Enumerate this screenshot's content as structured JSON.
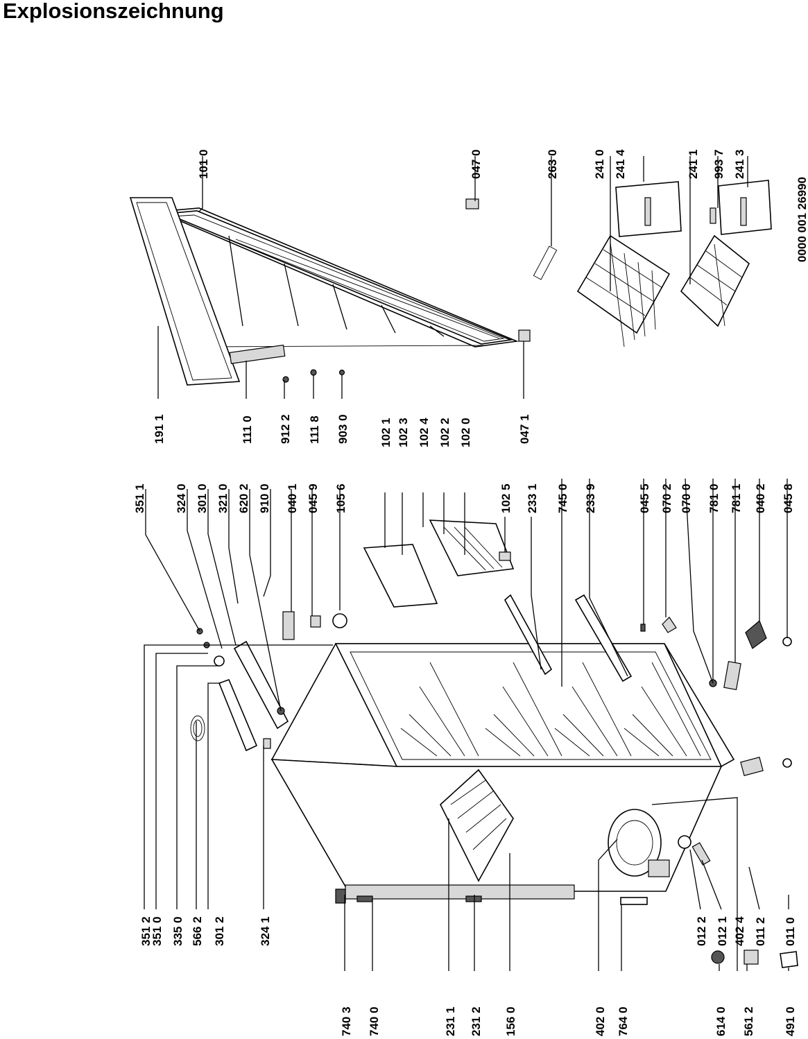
{
  "header": {
    "title": "Explosionszeichnung"
  },
  "document_number": "0000 001 26990",
  "part_labels": [
    "351 2",
    "351 0",
    "335 0",
    "566 2",
    "301 2",
    "324 1",
    "351 1",
    "324 0",
    "301 0",
    "321 0",
    "620 2",
    "910 0",
    "040 1",
    "045 9",
    "105 6",
    "102 1",
    "102 3",
    "102 4",
    "102 2",
    "102 0",
    "102 5",
    "233 1",
    "745 0",
    "233 9",
    "045 5",
    "070 2",
    "070 0",
    "781 0",
    "781 1",
    "040 2",
    "045 8",
    "191 1",
    "111 0",
    "912 2",
    "111 8",
    "903 0",
    "047 1",
    "101 0",
    "047 0",
    "263 0",
    "241 0",
    "241 4",
    "241 1",
    "993 7",
    "241 3",
    "740 3",
    "740 0",
    "231 1",
    "231 2",
    "156 0",
    "402 0",
    "764 0",
    "614 0",
    "561 2",
    "491 0",
    "012 2",
    "012 1",
    "402 4",
    "011 2",
    "011 0"
  ]
}
